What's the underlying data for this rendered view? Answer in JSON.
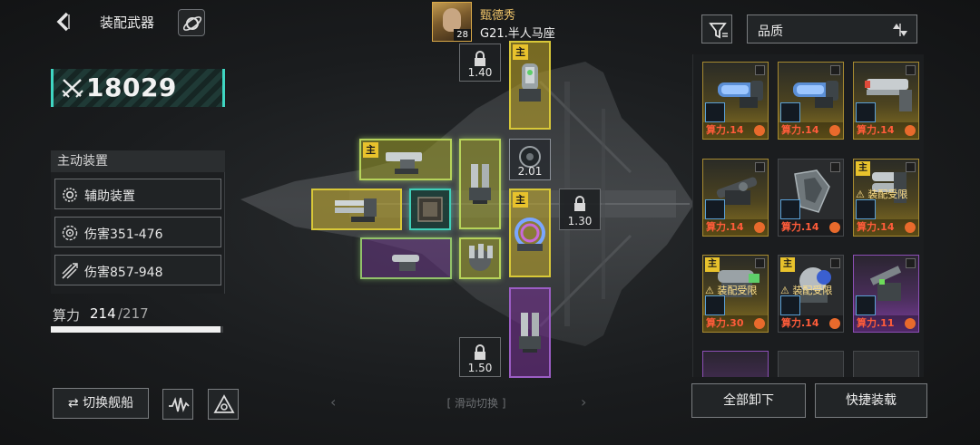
{
  "header": {
    "title": "装配武器",
    "back_icon": "back-chevron-icon",
    "settings_icon": "planet-settings-icon"
  },
  "power": {
    "value": "18029",
    "icon": "crossed-swords-icon"
  },
  "captain": {
    "name": "甄德秀",
    "level": "28",
    "ship": "G21.半人马座"
  },
  "active_devices": {
    "header": "主动装置",
    "items": [
      {
        "label": "辅助装置",
        "icon": "gear-ring-icon"
      },
      {
        "label": "伤害351-476",
        "icon": "target-ring-icon"
      },
      {
        "label": "伤害857-948",
        "icon": "missile-burst-icon"
      }
    ]
  },
  "computing": {
    "label": "算力",
    "used": "214",
    "total": "/217",
    "fraction": 0.986
  },
  "buttons": {
    "switch_ship": "⇄ 切换舰船",
    "unload_all": "全部卸下",
    "quick_load": "快捷装载"
  },
  "swipe": {
    "label": "滑动切换",
    "left": "‹",
    "right": "›"
  },
  "slots": [
    {
      "id": "lock-top",
      "kind": "locked",
      "value": "1.40"
    },
    {
      "id": "top-main",
      "kind": "gold",
      "main": true,
      "art": "cannon-tall"
    },
    {
      "id": "upper-left",
      "kind": "gold-g",
      "main": true,
      "art": "turret-wide"
    },
    {
      "id": "upper-mid",
      "kind": "gold-g",
      "art": "launcher-tall"
    },
    {
      "id": "upper-dark",
      "kind": "dark",
      "value": "2.01",
      "art": "orb"
    },
    {
      "id": "left-wide",
      "kind": "gold",
      "art": "launcher-wide"
    },
    {
      "id": "center-teal",
      "kind": "teal",
      "art": "chip"
    },
    {
      "id": "center-main",
      "kind": "gold",
      "main": true,
      "art": "ring"
    },
    {
      "id": "lock-right",
      "kind": "locked",
      "value": "1.30"
    },
    {
      "id": "lower-left",
      "kind": "purple-g",
      "art": "turret-low"
    },
    {
      "id": "lower-mid",
      "kind": "gold-g",
      "art": "turret-round"
    },
    {
      "id": "bottom-purple",
      "kind": "purple",
      "art": "launcher-tall"
    },
    {
      "id": "lock-bottom",
      "kind": "locked",
      "value": "1.50"
    }
  ],
  "quality_filter": {
    "label": "品质",
    "filter_icon": "filter-icon",
    "sort_icon": "sort-arrows-icon"
  },
  "inventory": [
    {
      "rarity": "gold",
      "main": false,
      "warning": "",
      "cost": "算力.14",
      "art": "blue-cannon"
    },
    {
      "rarity": "gold",
      "main": false,
      "warning": "",
      "cost": "算力.14",
      "art": "blue-cannon"
    },
    {
      "rarity": "gold",
      "main": false,
      "warning": "",
      "cost": "算力.14",
      "art": "red-railgun"
    },
    {
      "rarity": "gold",
      "main": false,
      "warning": "",
      "cost": "算力.14",
      "art": "dark-turret"
    },
    {
      "rarity": "dark",
      "main": false,
      "warning": "",
      "cost": "算力.14",
      "art": "armor-plate"
    },
    {
      "rarity": "gold",
      "main": true,
      "warning": "装配受限",
      "cost": "算力.14",
      "art": "twin-cannon"
    },
    {
      "rarity": "gold",
      "main": true,
      "warning": "装配受限",
      "cost": "算力.30",
      "art": "heavy-cannon"
    },
    {
      "rarity": "dark",
      "main": true,
      "warning": "装配受限",
      "cost": "算力.14",
      "art": "blue-core"
    },
    {
      "rarity": "purple",
      "main": false,
      "warning": "",
      "cost": "算力.11",
      "art": "green-launcher"
    }
  ],
  "colors": {
    "accent": "#3fd6c2",
    "gold": "#d8c838",
    "purple": "#9b5dc4",
    "cost_red": "#ff5c3a",
    "captain_gold": "#f0c56a"
  }
}
